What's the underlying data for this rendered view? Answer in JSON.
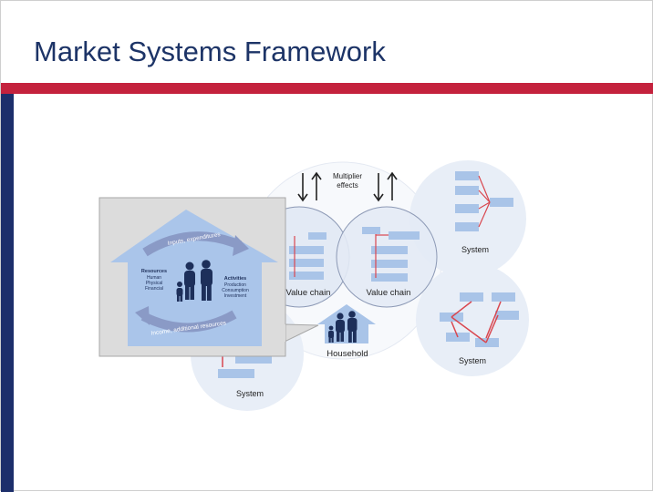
{
  "slide": {
    "title": "Market Systems Framework"
  },
  "diagram": {
    "multiplier_label_line1": "Multiplier",
    "multiplier_label_line2": "effects",
    "value_chain_left": "Value chain",
    "value_chain_right": "Value chain",
    "household": "Household",
    "system_top_right": "System",
    "system_bottom_right": "System",
    "system_bottom_left": "System",
    "inset": {
      "inputs_label": "Inputs, expenditures",
      "income_label": "Income, additional resources",
      "resources_title": "Resources",
      "resources_items": [
        "Human",
        "Physical",
        "Financial"
      ],
      "activities_title": "Activities",
      "activities_items": [
        "Production",
        "Consumption",
        "Investment"
      ]
    }
  },
  "colors": {
    "title": "#1d3467",
    "accent_red": "#c4223d",
    "accent_blue": "#1d2f6b",
    "circle_fill": "#e9eef7",
    "box_fill": "#a9c4e8",
    "connector_red": "#d9474f"
  }
}
